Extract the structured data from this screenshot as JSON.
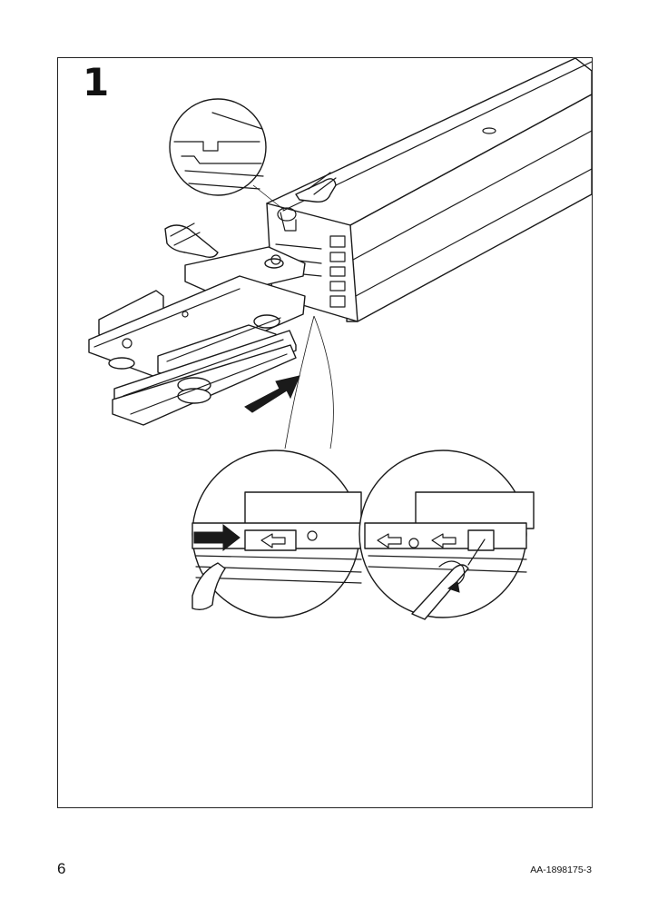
{
  "step": {
    "number": "1"
  },
  "footer": {
    "page_number": "6",
    "document_code": "AA-1898175-3"
  },
  "icons": {
    "pointing_hand": "pointing-hand-icon",
    "push_arrow": "push-arrow-icon",
    "rotate_arrow": "rotate-arrow-icon"
  }
}
